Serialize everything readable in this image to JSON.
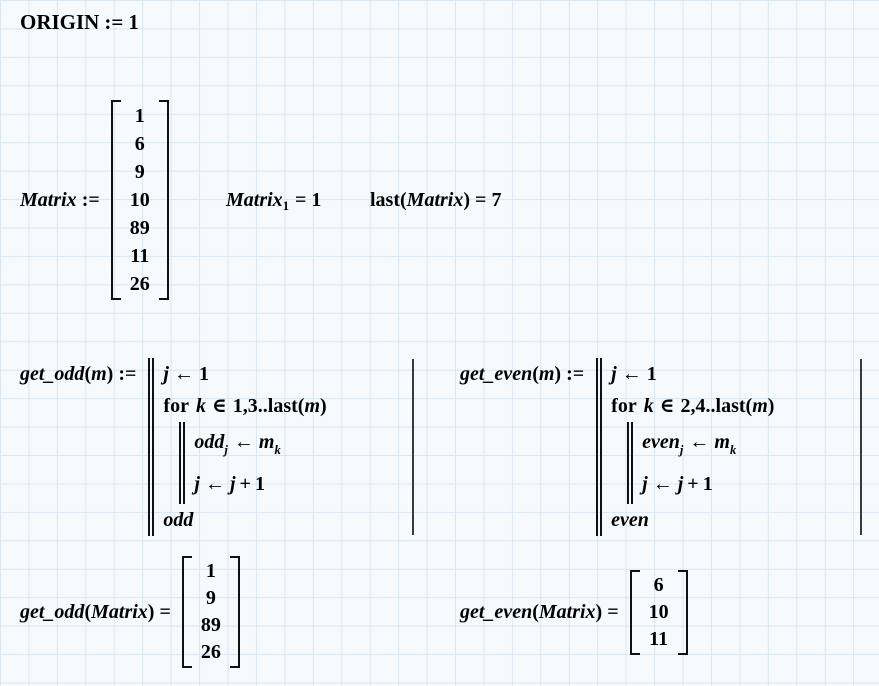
{
  "colors": {
    "paper": "#f7fafc",
    "grid": "#d9e6f0",
    "ink": "#000000"
  },
  "origin": {
    "name": "ORIGIN",
    "op": ":=",
    "value": "1"
  },
  "matrix_def": {
    "name": "Matrix",
    "op": ":=",
    "values": [
      "1",
      "6",
      "9",
      "10",
      "89",
      "11",
      "26"
    ]
  },
  "matrix_eval": {
    "name": "Matrix",
    "sub": "1",
    "op": "=",
    "value": "1"
  },
  "last_eval": {
    "fn": "last",
    "popen": "(",
    "arg": "Matrix",
    "pclose": ")",
    "op": "=",
    "value": "7"
  },
  "prog_odd": {
    "name": "get_odd",
    "popen": "(",
    "param": "m",
    "pclose": ")",
    "op": ":=",
    "init": {
      "var": "j",
      "arrow": "←",
      "value": "1"
    },
    "loop": {
      "kw": "for",
      "var": "k",
      "elem": "∈",
      "range": "1,3..",
      "fn": "last",
      "popen": "(",
      "arg": "m",
      "pclose": ")"
    },
    "assign": {
      "target": "odd",
      "tsub": "j",
      "arrow": "←",
      "src": "m",
      "ssub": "k"
    },
    "incr": {
      "var": "j",
      "arrow": "←",
      "rhs_var": "j",
      "plus": "+",
      "one": "1"
    },
    "ret": "odd"
  },
  "prog_even": {
    "name": "get_even",
    "popen": "(",
    "param": "m",
    "pclose": ")",
    "op": ":=",
    "init": {
      "var": "j",
      "arrow": "←",
      "value": "1"
    },
    "loop": {
      "kw": "for",
      "var": "k",
      "elem": "∈",
      "range": "2,4..",
      "fn": "last",
      "popen": "(",
      "arg": "m",
      "pclose": ")"
    },
    "assign": {
      "target": "even",
      "tsub": "j",
      "arrow": "←",
      "src": "m",
      "ssub": "k"
    },
    "incr": {
      "var": "j",
      "arrow": "←",
      "rhs_var": "j",
      "plus": "+",
      "one": "1"
    },
    "ret": "even"
  },
  "result_odd": {
    "name": "get_odd",
    "popen": "(",
    "arg": "Matrix",
    "pclose": ")",
    "op": "=",
    "values": [
      "1",
      "9",
      "89",
      "26"
    ]
  },
  "result_even": {
    "name": "get_even",
    "popen": "(",
    "arg": "Matrix",
    "pclose": ")",
    "op": "=",
    "values": [
      "6",
      "10",
      "11"
    ]
  }
}
